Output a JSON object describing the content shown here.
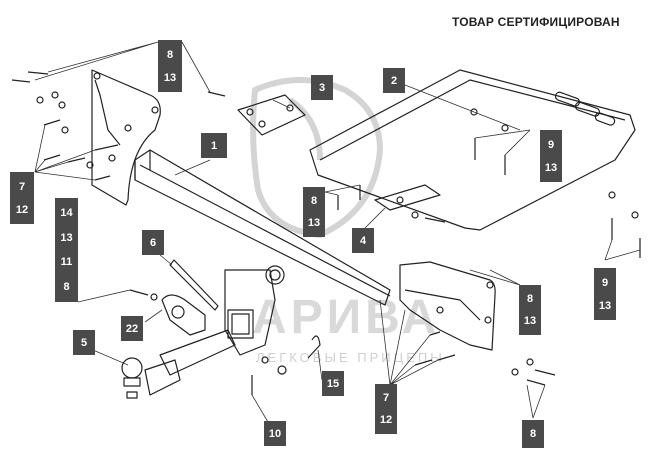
{
  "title": "ТОВАР СЕРТИФИЦИРОВАН",
  "watermark": {
    "brand": "АРИВА",
    "tagline": "ЛЕГКОВЫЕ ПРИЦЕПЫ"
  },
  "callouts": [
    {
      "id": "c8-13-top",
      "parts": [
        "8",
        "13"
      ]
    },
    {
      "id": "c3",
      "parts": [
        "3"
      ]
    },
    {
      "id": "c2",
      "parts": [
        "2"
      ]
    },
    {
      "id": "c1",
      "parts": [
        "1"
      ]
    },
    {
      "id": "c7-12-left",
      "parts": [
        "7",
        "12"
      ]
    },
    {
      "id": "c14-13-11-8",
      "parts": [
        "14",
        "13",
        "11",
        "8"
      ]
    },
    {
      "id": "c9-13-top",
      "parts": [
        "9",
        "13"
      ]
    },
    {
      "id": "c8-13-mid",
      "parts": [
        "8",
        "13"
      ]
    },
    {
      "id": "c4",
      "parts": [
        "4"
      ]
    },
    {
      "id": "c6",
      "parts": [
        "6"
      ]
    },
    {
      "id": "c22",
      "parts": [
        "22"
      ]
    },
    {
      "id": "c9-13-right",
      "parts": [
        "9",
        "13"
      ]
    },
    {
      "id": "c8-13-right",
      "parts": [
        "8",
        "13"
      ]
    },
    {
      "id": "c5",
      "parts": [
        "5"
      ]
    },
    {
      "id": "c15",
      "parts": [
        "15"
      ]
    },
    {
      "id": "c7-12-bottom",
      "parts": [
        "7",
        "12"
      ]
    },
    {
      "id": "c10",
      "parts": [
        "10"
      ]
    },
    {
      "id": "c8-bottom",
      "parts": [
        "8"
      ]
    }
  ]
}
